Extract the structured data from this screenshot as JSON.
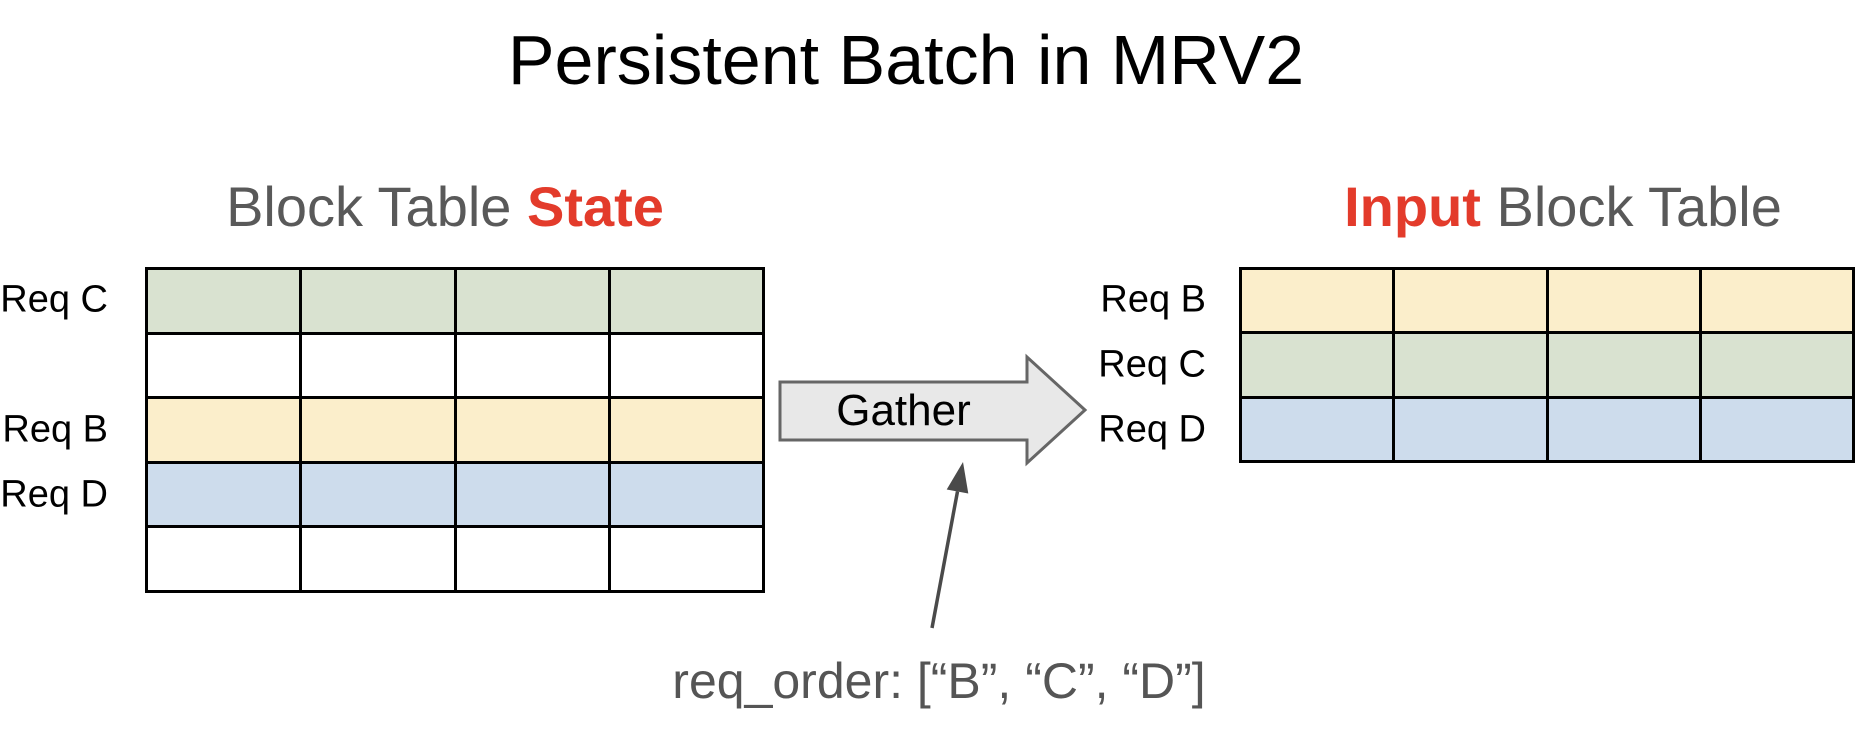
{
  "title": "Persistent Batch in MRV2",
  "colors": {
    "green": "#D9E2D0",
    "yellow": "#FBEECB",
    "blue": "#CDDCEC",
    "white": "#FFFFFF",
    "accent_red": "#E33B2B",
    "header_gray": "#595959",
    "arrow_fill": "#E8E8E8",
    "arrow_stroke": "#666666",
    "thin_arrow": "#4A4A4A",
    "grid_line": "#000000"
  },
  "left_table": {
    "title_plain": "Block Table ",
    "title_accent": "State",
    "columns": 4,
    "rows": [
      {
        "label": "Req C",
        "color": "green"
      },
      {
        "label": "",
        "color": "white"
      },
      {
        "label": "Req B",
        "color": "yellow"
      },
      {
        "label": "Req D",
        "color": "blue"
      },
      {
        "label": "",
        "color": "white"
      }
    ]
  },
  "gather": {
    "label": "Gather"
  },
  "right_table": {
    "title_accent": "Input",
    "title_plain": " Block Table",
    "columns": 4,
    "rows": [
      {
        "label": "Req B",
        "color": "yellow"
      },
      {
        "label": "Req C",
        "color": "green"
      },
      {
        "label": "Req D",
        "color": "blue"
      }
    ]
  },
  "annotation": {
    "text": "req_order: [“B”, “C”, “D”]"
  }
}
